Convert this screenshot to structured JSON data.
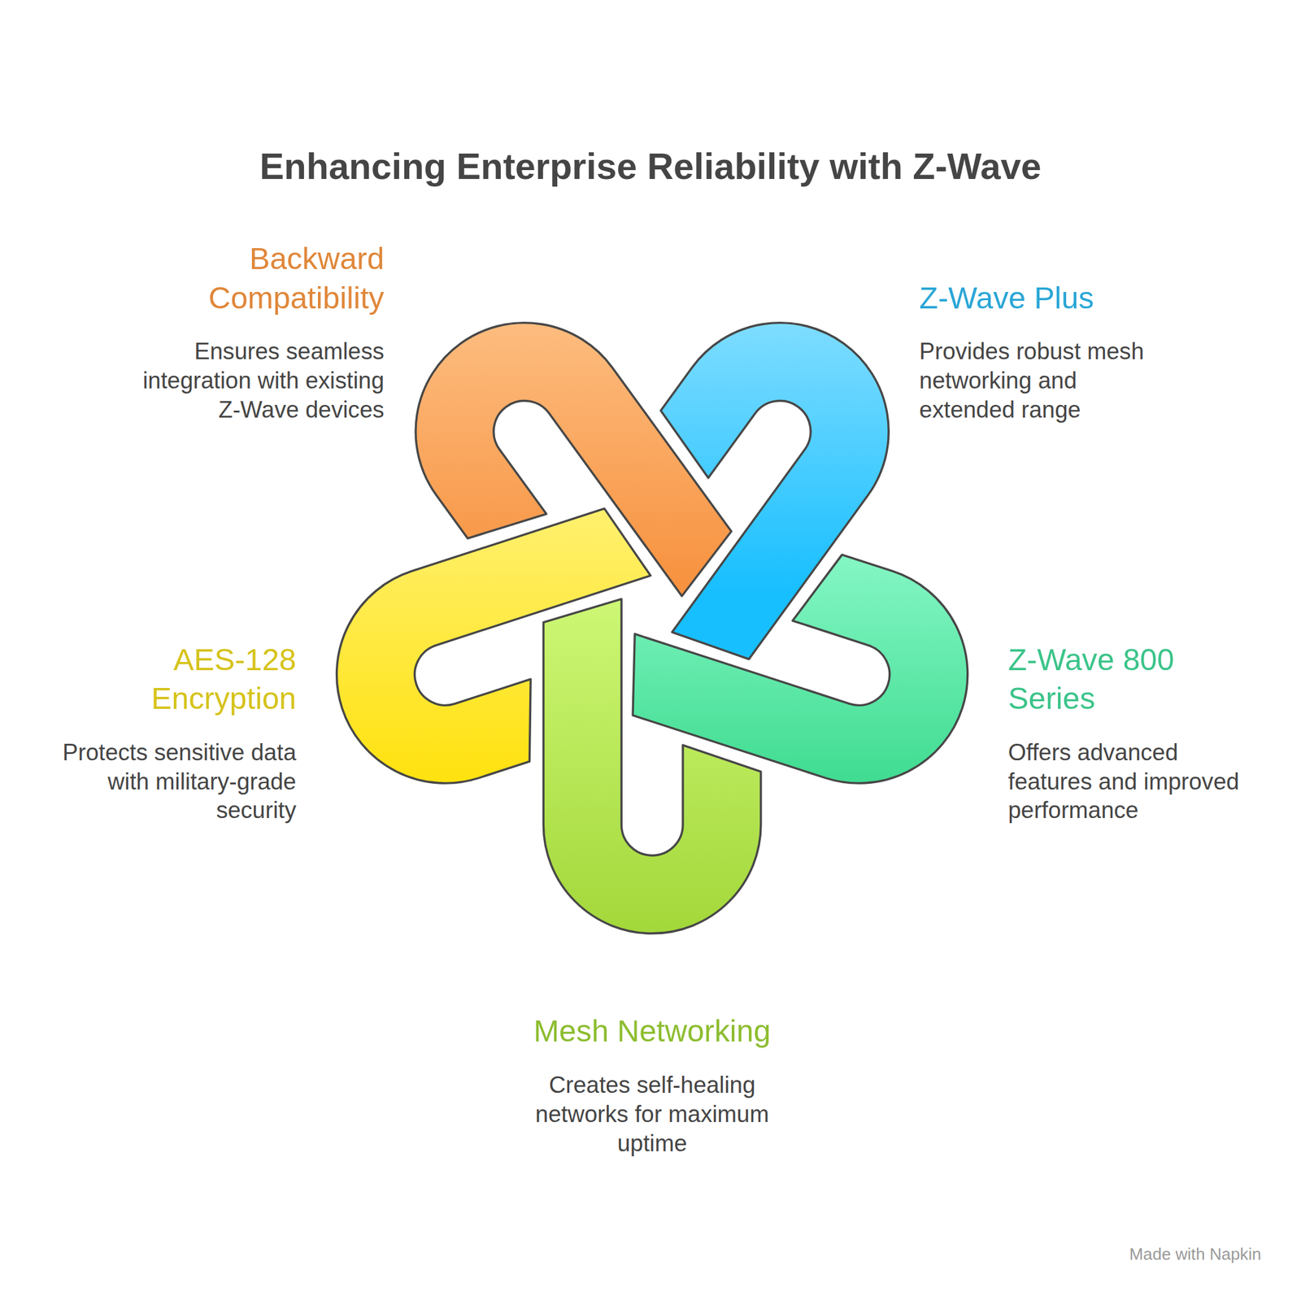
{
  "diagram": {
    "title": "Enhancing Enterprise Reliability with Z-Wave",
    "nodes": [
      {
        "text": [
          "Backward Compatibility",
          "Ensures seamless integration with existing Z-Wave devices"
        ]
      },
      {
        "text": [
          "Z-Wave Plus",
          "Provides robust mesh networking and extended range"
        ]
      },
      {
        "text": [
          "AES-128 Encryption",
          "Protects sensitive data with military-grade security"
        ]
      },
      {
        "text": [
          "Z-Wave 800 Series",
          "Offers advanced features and improved performance"
        ]
      },
      {
        "text": [
          "Mesh Networking",
          "Creates self-healing networks for maximum uptime"
        ]
      }
    ],
    "labels": [
      "Made with Napkin"
    ]
  }
}
